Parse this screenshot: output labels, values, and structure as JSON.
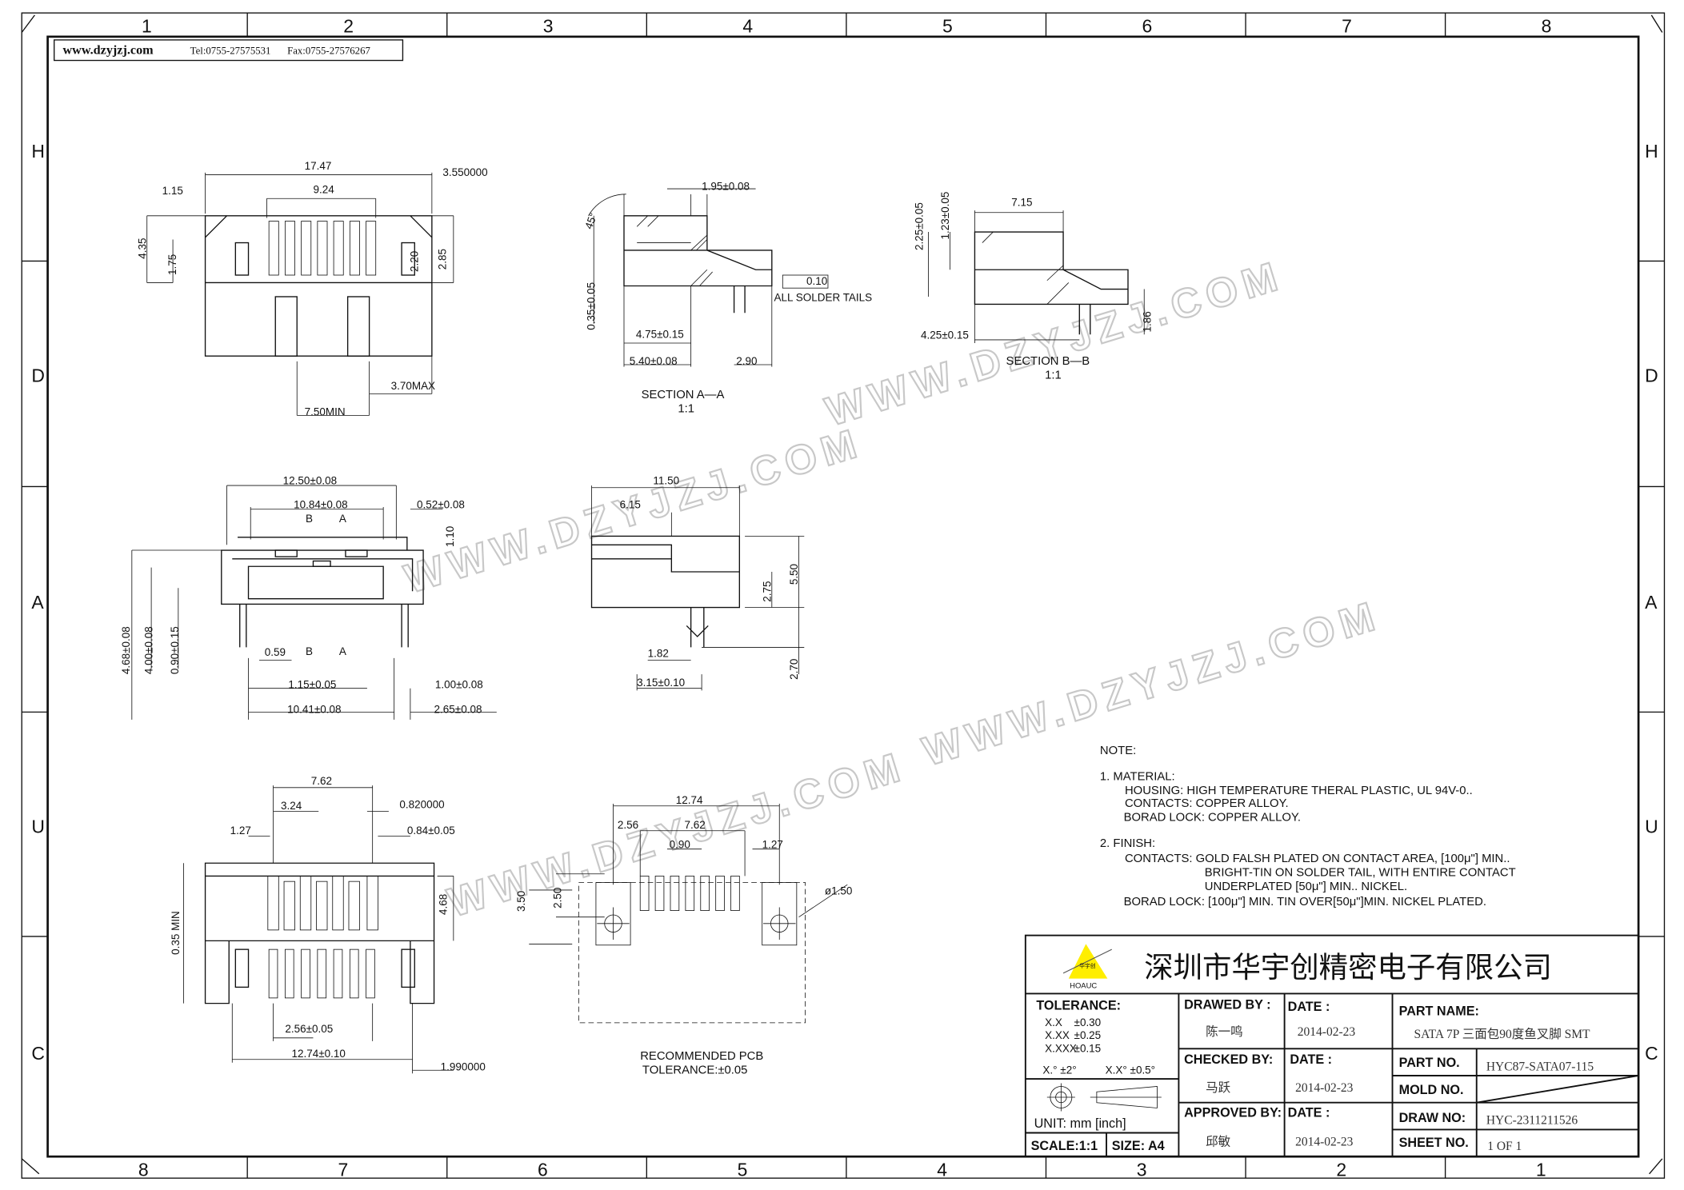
{
  "header": {
    "website": "www.dzyjzj.com",
    "tel": "Tel:0755-27575531",
    "fax": "Fax:0755-27576267"
  },
  "border": {
    "columns_top": [
      "1",
      "2",
      "3",
      "4",
      "5",
      "6",
      "7",
      "8"
    ],
    "columns_bottom": [
      "8",
      "7",
      "6",
      "5",
      "4",
      "3",
      "2",
      "1"
    ],
    "rows": [
      "H",
      "D",
      "A",
      "U",
      "C"
    ]
  },
  "watermark": "WWW.DZYJZJ.COM",
  "views": {
    "top": [
      "17.47",
      "3.550000",
      "1.15",
      "9.24",
      "4.35",
      "1.75",
      "2.20",
      "2.85",
      "3.70MAX",
      "7.50MIN"
    ],
    "section_a": {
      "dims": [
        "1.95±0.08",
        "45°",
        "0.10",
        "ALL SOLDER TAILS",
        "0.35±0.05",
        "4.75±0.15",
        "5.40±0.08",
        "2.90"
      ],
      "title": "SECTION  A—A",
      "scale": "1:1"
    },
    "section_b": {
      "dims": [
        "7.15",
        "2.25±0.05",
        "1.23±0.05",
        "1.86",
        "4.25±0.15"
      ],
      "title": "SECTION  B—B",
      "scale": "1:1"
    },
    "front": [
      "12.50±0.08",
      "10.84±0.08",
      "0.52±0.08",
      "B",
      "A",
      "1.10",
      "4.68±0.08",
      "4.00±0.08",
      "0.90±0.15",
      "0.59",
      "B",
      "A",
      "1.15±0.05",
      "1.00±0.08",
      "10.41±0.08",
      "2.65±0.08"
    ],
    "side": [
      "11.50",
      "6.15",
      "5.50",
      "2.75",
      "1.82",
      "2.70",
      "3.15±0.10"
    ],
    "bottom": [
      "7.62",
      "3.24",
      "0.820000",
      "1.27",
      "0.84±0.05",
      "0.35 MIN",
      "4.68",
      "2.56±0.05",
      "12.74±0.10",
      "1.990000"
    ],
    "pcb": {
      "dims": [
        "12.74",
        "2.56",
        "7.62",
        "0.90",
        "1.27",
        "ø1.50",
        "3.50",
        "2.50"
      ],
      "title": "RECOMMENDED  PCB",
      "tolerance": "TOLERANCE:±0.05"
    }
  },
  "notes": {
    "title": "NOTE:",
    "material": {
      "heading": "1.  MATERIAL:",
      "lines": [
        "HOUSING: HIGH TEMPERATURE THERAL PLASTIC, UL 94V-0..",
        "CONTACTS: COPPER ALLOY.",
        "BORAD LOCK: COPPER ALLOY."
      ]
    },
    "finish": {
      "heading": "2.  FINISH:",
      "lines": [
        "CONTACTS:   GOLD FALSH PLATED ON CONTACT AREA,  [100μ\"] MIN..",
        "BRIGHT-TIN ON SOLDER TAIL, WITH ENTIRE CONTACT",
        "UNDERPLATED   [50μ\"] MIN.. NICKEL.",
        "BORAD LOCK: [100μ\"] MIN. TIN OVER[50μ\"]MIN.  NICKEL PLATED."
      ]
    }
  },
  "title_block": {
    "logo_text": "华宇创",
    "logo_brand": "HOAUC",
    "company": "深圳市华宇创精密电子有限公司",
    "tolerance_label": "TOLERANCE:",
    "tolerances": [
      [
        "X.X",
        "±0.30"
      ],
      [
        "X.XX",
        "±0.25"
      ],
      [
        "X.XXX",
        "±0.15"
      ]
    ],
    "angle_tol": [
      "X.° ±2°",
      "X.X° ±0.5°"
    ],
    "unit": "UNIT:  mm  [inch]",
    "scale": "SCALE:1:1",
    "size": "SIZE:  A4",
    "drawed_by_label": "DRAWED BY :",
    "drawed_by": "陈一鸣",
    "checked_by_label": "CHECKED BY:",
    "checked_by": "马跃",
    "approved_by_label": "APPROVED BY:",
    "approved_by": "邱敏",
    "date_label": "DATE :",
    "dates": [
      "2014-02-23",
      "2014-02-23",
      "2014-02-23"
    ],
    "part_name_label": "PART NAME:",
    "part_name": "SATA 7P 三面包90度鱼叉脚 SMT",
    "part_no_label": "PART NO.",
    "part_no": "HYC87-SATA07-115",
    "mold_no_label": "MOLD NO.",
    "draw_no_label": "DRAW NO:",
    "draw_no": "HYC-2311211526",
    "sheet_no_label": "SHEET NO.",
    "sheet_no": "1 OF 1"
  },
  "colors": {
    "logo": "#ffee00",
    "line": "#111111",
    "watermark": "#c8c8c8"
  }
}
